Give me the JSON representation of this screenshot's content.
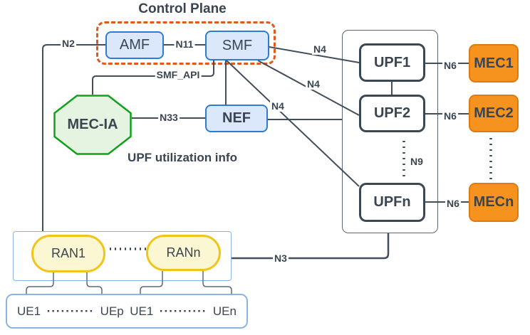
{
  "titles": {
    "control_plane": "Control Plane",
    "upf_info": "UPF utilization info"
  },
  "nodes": {
    "amf": "AMF",
    "smf": "SMF",
    "nef": "NEF",
    "mec_ia": "MEC-IA",
    "upf1": "UPF1",
    "upf2": "UPF2",
    "upfn": "UPFn",
    "mec1": "MEC1",
    "mec2": "MEC2",
    "mecn": "MECn",
    "ran1": "RAN1",
    "rann": "RANn"
  },
  "edges": {
    "n2": "N2",
    "n11": "N11",
    "smf_api": "SMF_API",
    "n33": "N33",
    "n4_upf1": "N4",
    "n4_upf2": "N4",
    "n4_upfn": "N4",
    "n6_1": "N6",
    "n6_2": "N6",
    "n6_3": "N6",
    "n9": "N9",
    "n3": "N3"
  },
  "ue_row": {
    "ue1_a": "UE1",
    "dots_a": "··········",
    "uep": "UEp",
    "ue1_b": "UE1",
    "dots_b": "··········",
    "uen": "UEn"
  },
  "colors": {
    "line": "#434e5c",
    "text": "#3a4551",
    "blue-fill": "#dbe8fb",
    "blue-border": "#2e7bd1",
    "orange-fill": "#f6921e",
    "orange-border": "#de7b10",
    "cp-dash": "#dd5b1e",
    "green-fill": "#e4f4e0",
    "green-border": "#12a01e",
    "yellow-fill": "#fcf7d3",
    "yellow-border": "#f0c419",
    "dark-border": "#3c4754",
    "lblue-border": "#8cb4e2",
    "gray-border": "#5b6570"
  }
}
